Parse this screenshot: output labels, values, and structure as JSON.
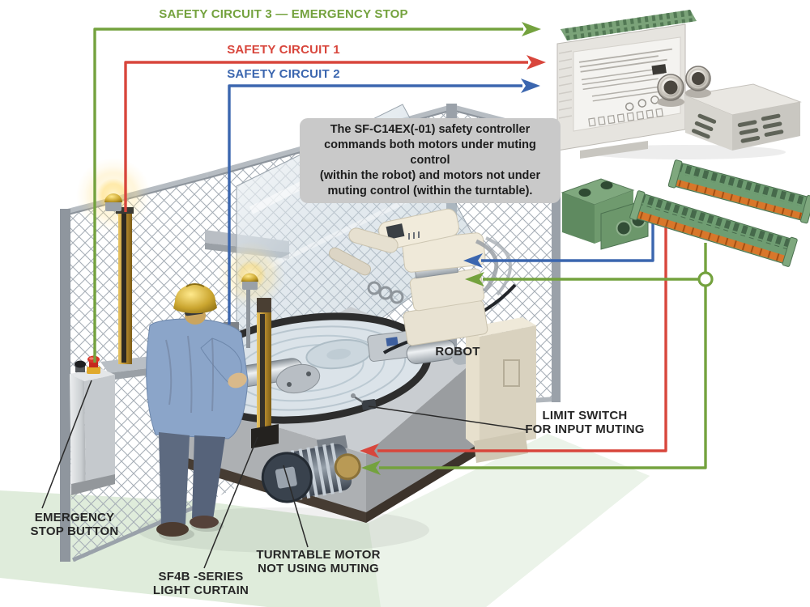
{
  "circuits": {
    "c3": {
      "label": "SAFETY CIRCUIT 3 — EMERGENCY STOP",
      "color": "#74a23e"
    },
    "c1": {
      "label": "SAFETY CIRCUIT 1",
      "color": "#d8463c"
    },
    "c2": {
      "label": "SAFETY CIRCUIT 2",
      "color": "#3b66af"
    }
  },
  "callout": {
    "text": "The SF-C14EX(-01) safety controller\ncommands both motors under muting control\n(within the robot) and motors not under\nmuting control (within the turntable)."
  },
  "labels": {
    "robot": "ROBOT",
    "limit_switch": "LIMIT SWITCH\nFOR INPUT MUTING",
    "emergency_stop": "EMERGENCY\nSTOP BUTTON",
    "light_curtain": "SF4B -SERIES\nLIGHT CURTAIN",
    "turntable_motor": "TURNTABLE MOTOR\nNOT USING MUTING"
  },
  "colors": {
    "circuit_green": "#74a23e",
    "circuit_red": "#d8463c",
    "circuit_blue": "#3b66af",
    "callout_bg": "#c9c9c9",
    "floor_green": "#dfecdb",
    "light_curtain_amber": "#c9a050",
    "connector_green": "#6f9d72",
    "connector_orange": "#d8772b",
    "estop_red": "#d8352a",
    "beacon_gold": "#e8c03c"
  },
  "scene_components": [
    "safety-controller",
    "power-connector",
    "terminal-strip",
    "robot",
    "turntable",
    "turntable-motor",
    "limit-switch",
    "light-curtain",
    "signal-beacon",
    "emergency-stop-button",
    "worker",
    "safety-fence",
    "glass-panel",
    "junction-node"
  ]
}
